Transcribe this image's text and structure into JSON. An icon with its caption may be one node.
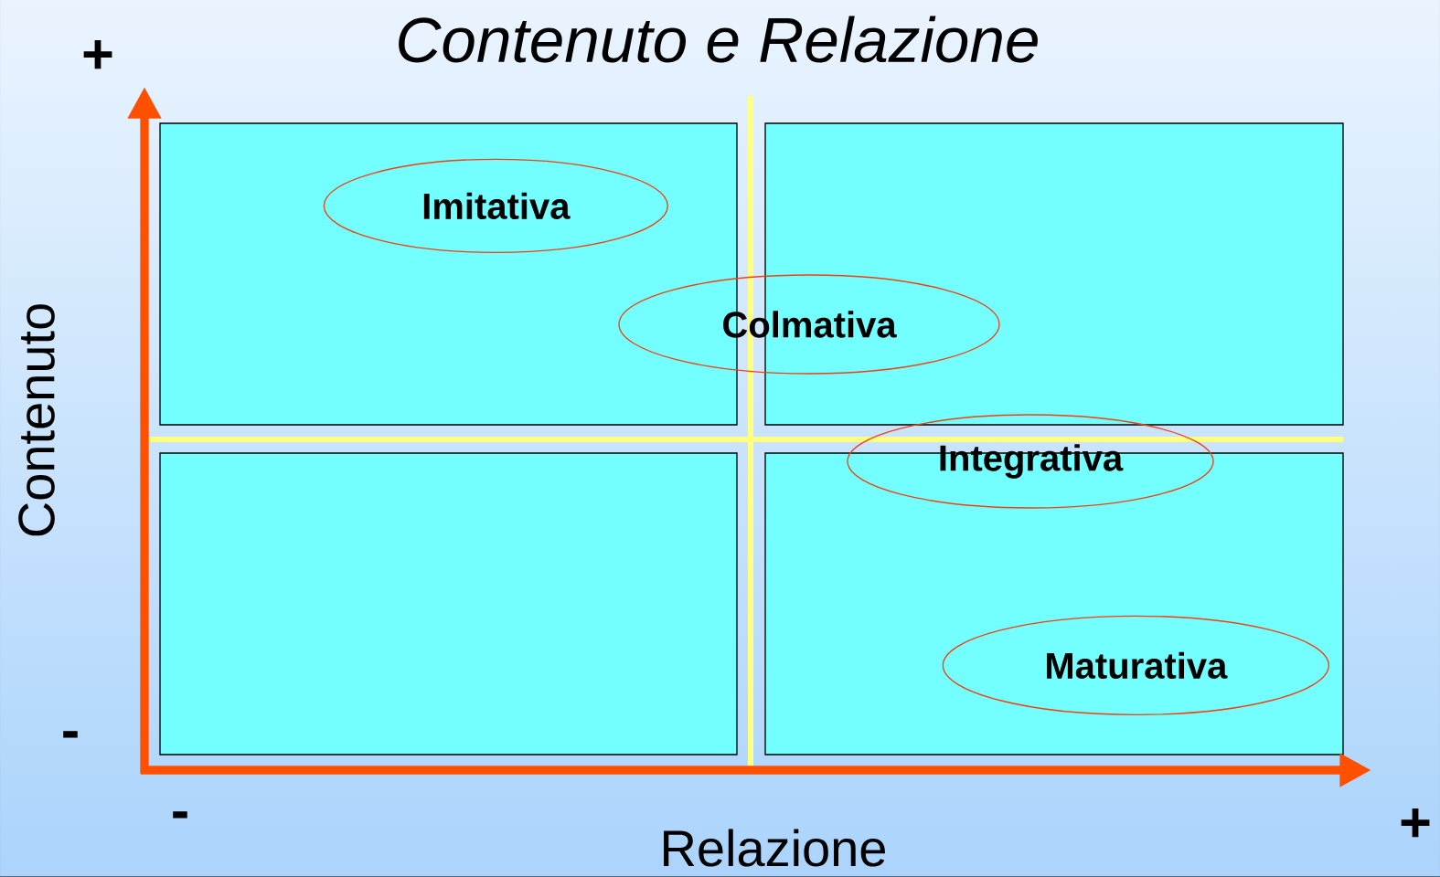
{
  "diagram": {
    "title": "Contenuto e Relazione",
    "nodes": [
      {
        "text": [],
        "shape": "box"
      },
      {
        "text": [],
        "shape": "box"
      },
      {
        "text": [],
        "shape": "box"
      },
      {
        "text": [],
        "shape": "box"
      },
      {
        "text": [
          "Imitativa"
        ],
        "in": 0
      },
      {
        "text": [
          "Colmativa"
        ]
      },
      {
        "text": [
          "Integrativa"
        ]
      },
      {
        "text": [
          "Maturativa"
        ],
        "in": 3
      }
    ],
    "labels": [
      "+",
      "Contenuto",
      "-",
      "-",
      "Relazione",
      "+"
    ]
  }
}
